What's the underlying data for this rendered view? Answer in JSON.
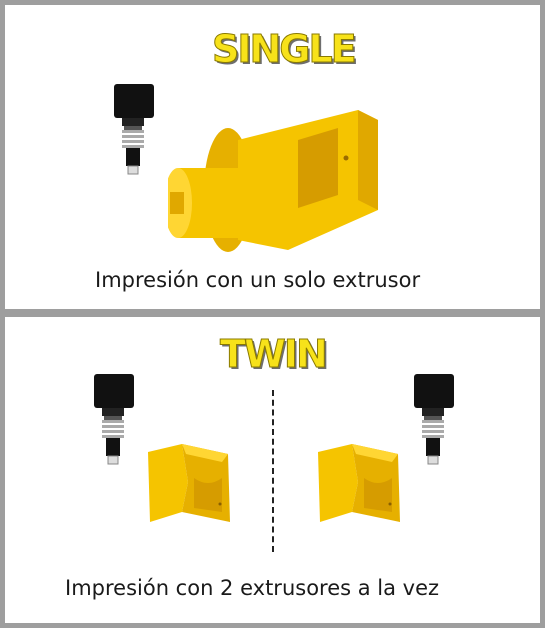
{
  "single": {
    "title": "SINGLE",
    "caption": "Impresión con un solo extrusor"
  },
  "twin": {
    "title": "TWIN",
    "caption": "Impresión con 2 extrusores a la vez"
  },
  "colors": {
    "title_yellow": "#f7e21a",
    "part_yellow": "#f5c400",
    "frame_gray": "#9e9e9e"
  },
  "icons": [
    "extruder-icon",
    "printed-part"
  ]
}
